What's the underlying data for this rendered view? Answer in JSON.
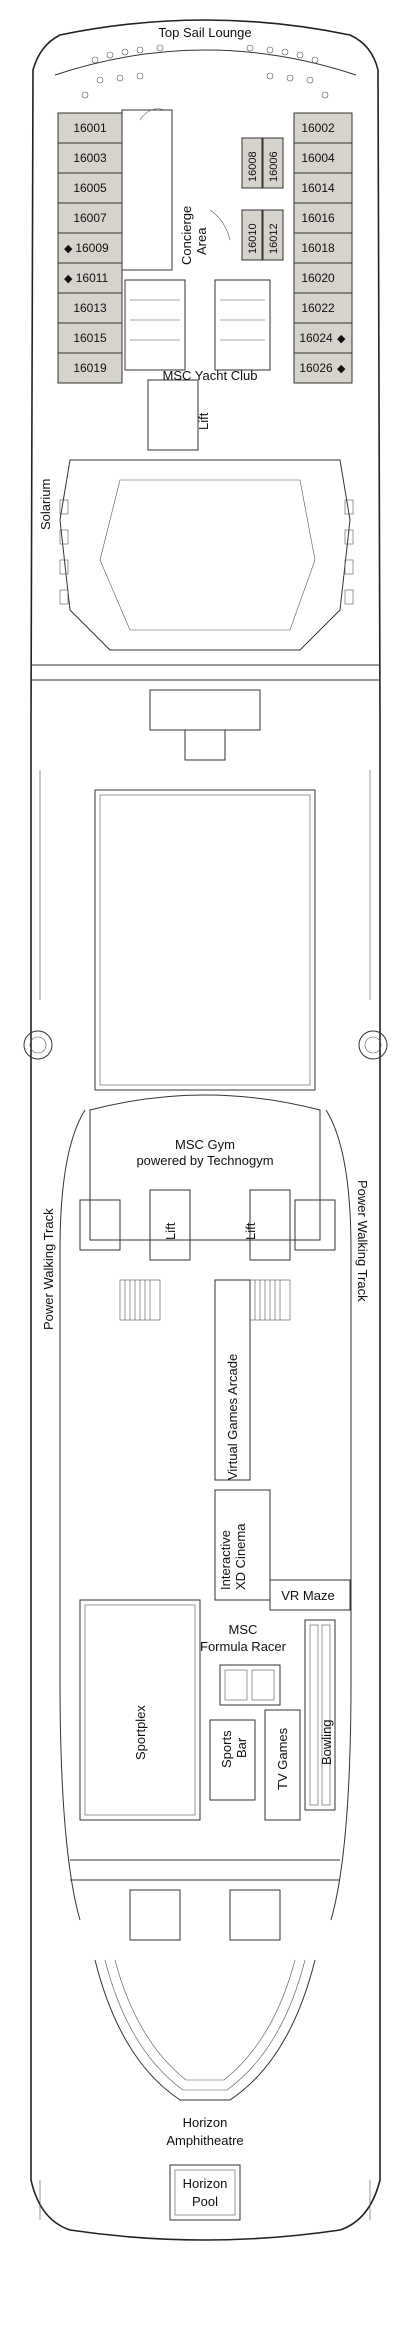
{
  "venues": {
    "top_sail_lounge": "Top Sail Lounge",
    "concierge_area_1": "Concierge",
    "concierge_area_2": "Area",
    "yacht_club": "MSC Yacht Club",
    "solarium": "Solarium",
    "gym_1": "MSC Gym",
    "gym_2": "powered by Technogym",
    "walking_track_left": "Power Walking Track",
    "walking_track_right": "Power Walking Track",
    "arcade": "Virtual Games Arcade",
    "xd_1": "Interactive",
    "xd_2": "XD Cinema",
    "vr_maze": "VR Maze",
    "formula_1": "MSC",
    "formula_2": "Formula Racer",
    "sportplex": "Sportplex",
    "sports_bar_1": "Sports",
    "sports_bar_2": "Bar",
    "tv_games": "TV Games",
    "bowling": "Bowling",
    "amphi_1": "Horizon",
    "amphi_2": "Amphitheatre",
    "pool_1": "Horizon",
    "pool_2": "Pool"
  },
  "lifts": [
    "Lift",
    "Lift",
    "Lift"
  ],
  "cabins_left": [
    "16001",
    "16003",
    "16005",
    "16007",
    "16009",
    "16011",
    "16013",
    "16015",
    "16019"
  ],
  "cabins_right": [
    "16002",
    "16004",
    "16014",
    "16016",
    "16018",
    "16020",
    "16022",
    "16024",
    "16026"
  ],
  "cabins_center": [
    "16008",
    "16006",
    "16010",
    "16012"
  ]
}
